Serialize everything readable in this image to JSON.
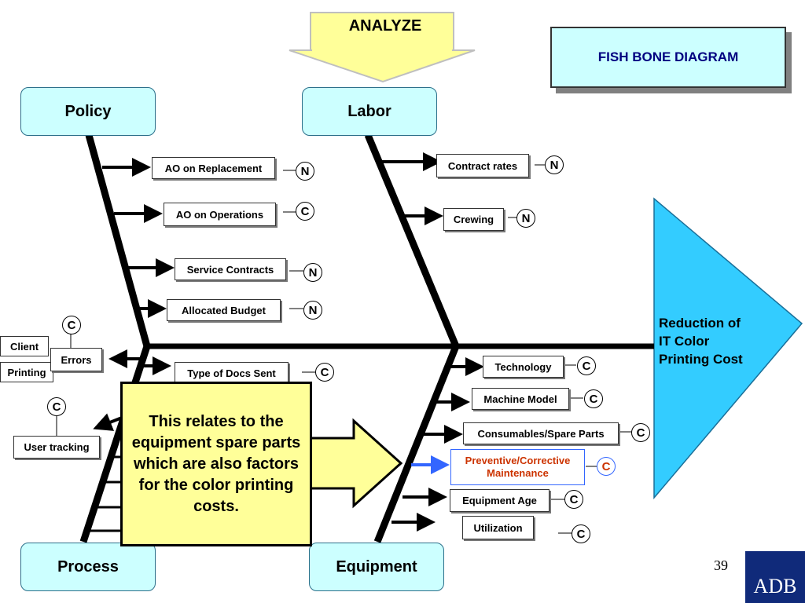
{
  "header": {
    "analyze": "ANALYZE",
    "title": "FISH BONE DIAGRAM"
  },
  "categories": {
    "policy": "Policy",
    "labor": "Labor",
    "process": "Process",
    "equipment": "Equipment"
  },
  "effect": {
    "line1": "Reduction of",
    "line2": "IT Color",
    "line3": "Printing Cost"
  },
  "policy_causes": [
    {
      "label": "AO on Replacement",
      "tag": "N"
    },
    {
      "label": "AO on Operations",
      "tag": "C"
    },
    {
      "label": "Service Contracts",
      "tag": "N"
    },
    {
      "label": "Allocated  Budget",
      "tag": "N"
    }
  ],
  "labor_causes": [
    {
      "label": "Contract rates",
      "tag": "N"
    },
    {
      "label": "Crewing",
      "tag": "N"
    }
  ],
  "process_causes": {
    "errors": "Errors",
    "errors_tag": "C",
    "client": "Client",
    "printing": "Printing",
    "user_tracking": "User tracking",
    "user_tracking_tag": "C",
    "docs_sent": "Type of Docs Sent",
    "docs_sent_tag": "C"
  },
  "equipment_causes": [
    {
      "label": "Technology",
      "tag": "C"
    },
    {
      "label": "Machine Model",
      "tag": "C"
    },
    {
      "label": "Consumables/Spare Parts",
      "tag": "C"
    },
    {
      "label_line1": "Preventive/Corrective",
      "label_line2": "Maintenance",
      "tag": "C",
      "highlight": true
    },
    {
      "label": "Equipment Age",
      "tag": "C"
    },
    {
      "label": "Utilization",
      "tag": "C"
    }
  ],
  "callout": {
    "text": "This relates to the equipment spare parts which are also factors for the color printing costs."
  },
  "footer": {
    "page_number": "39",
    "logo": "ADB"
  },
  "colors": {
    "category_fill": "#ccffff",
    "effect_fill": "#33ccff",
    "callout_fill": "#ffff99",
    "title_text": "#000080",
    "highlight_text": "#cc3300",
    "highlight_border": "#3366ff"
  }
}
